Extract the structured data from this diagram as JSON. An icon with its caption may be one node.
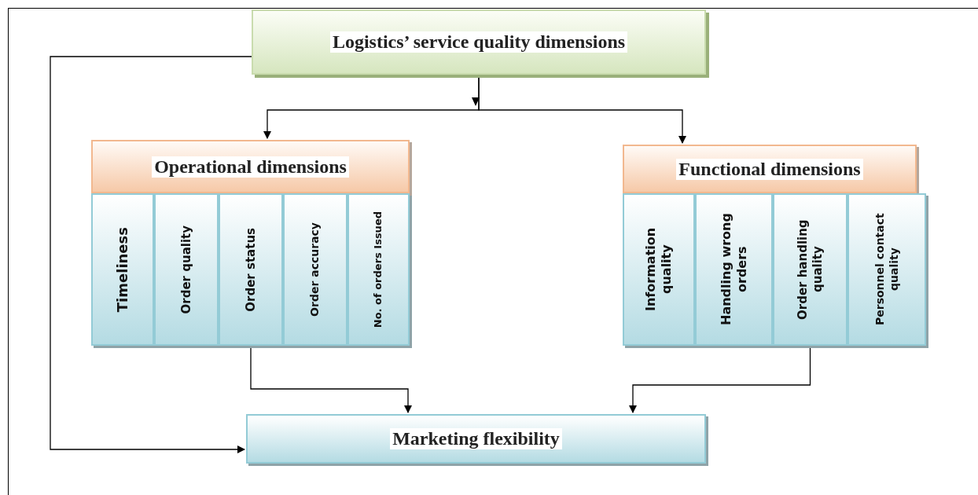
{
  "diagram": {
    "nodes": [
      {
        "text": [
          "Logistics’ service quality dimensions"
        ]
      },
      {
        "text": [
          "Operational dimensions"
        ]
      },
      {
        "text": [
          "Timeliness"
        ]
      },
      {
        "text": [
          "Order quality"
        ]
      },
      {
        "text": [
          "Order status"
        ]
      },
      {
        "text": [
          "Order accuracy"
        ]
      },
      {
        "text": [
          "No. of orders Issued"
        ]
      },
      {
        "text": [
          "Functional dimensions"
        ]
      },
      {
        "text": [
          "Information quality"
        ]
      },
      {
        "text": [
          "Handling wrong orders"
        ]
      },
      {
        "text": [
          "Order handling quality"
        ]
      },
      {
        "text": [
          "Personnel contact quality"
        ]
      },
      {
        "text": [
          "Marketing flexibility"
        ]
      }
    ],
    "edges": [
      {
        "from": 0,
        "to": 1,
        "arrow": "to"
      },
      {
        "from": 0,
        "to": 7,
        "arrow": "to"
      },
      {
        "from": 0,
        "to": 12,
        "arrow": "to"
      },
      {
        "from": 4,
        "to": 12,
        "arrow": "to"
      },
      {
        "from": 10,
        "to": 12,
        "arrow": "to"
      }
    ]
  }
}
